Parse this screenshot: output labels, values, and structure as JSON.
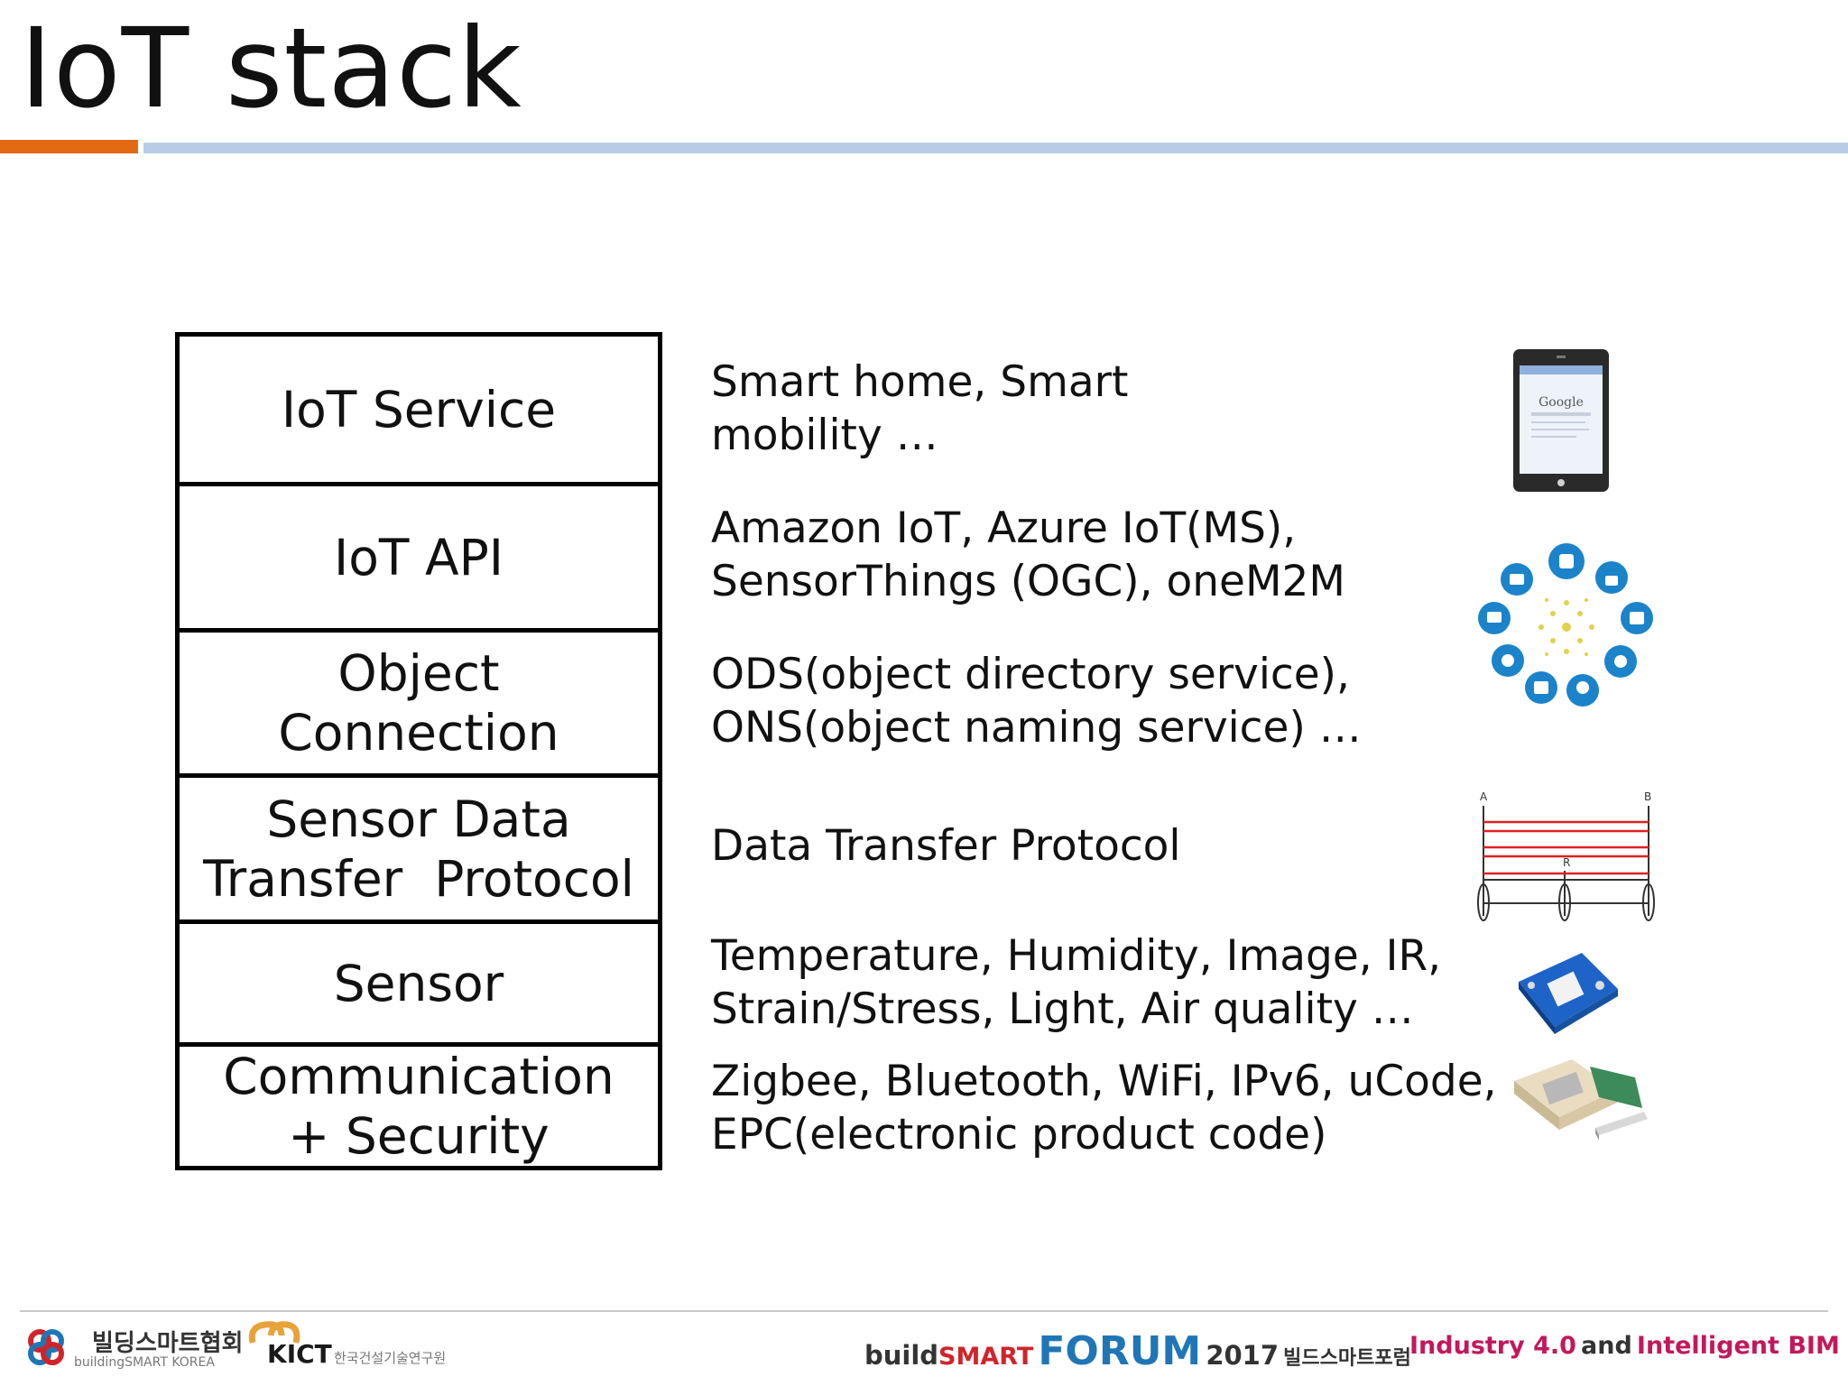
{
  "slide": {
    "title": "IoT stack"
  },
  "stack": {
    "layers": [
      {
        "lines": [
          "IoT Service"
        ]
      },
      {
        "lines": [
          "IoT API"
        ]
      },
      {
        "lines": [
          "Object",
          "Connection"
        ]
      },
      {
        "lines": [
          "Sensor Data",
          "Transfer  Protocol"
        ]
      },
      {
        "lines": [
          "Sensor"
        ]
      },
      {
        "lines": [
          "Communication",
          "+ Security"
        ]
      }
    ]
  },
  "descriptions": [
    {
      "lines": [
        "Smart home, Smart",
        "mobility …"
      ]
    },
    {
      "lines": [
        "Amazon IoT, Azure IoT(MS),",
        "SensorThings (OGC), oneM2M"
      ]
    },
    {
      "lines": [
        "ODS(object directory service),",
        "ONS(object naming service) …"
      ]
    },
    {
      "lines": [
        "Data Transfer Protocol"
      ]
    },
    {
      "lines": [
        "Temperature, Humidity, Image, IR,",
        "Strain/Stress, Light, Air quality …"
      ]
    },
    {
      "lines": [
        "Zigbee, Bluetooth, WiFi, IPv6, uCode,",
        "EPC(electronic product code)"
      ]
    }
  ],
  "icons": [
    "tablet-icon",
    "iot-network-icon",
    "protocol-diagram-icon",
    "sensor-board-icon",
    "communication-module-icon"
  ],
  "tablet_screen_text": "Google",
  "protocol_diagram_labels": [
    "A",
    "B",
    "R"
  ],
  "footer": {
    "org1_korean": "빌딩스마트협회",
    "org1_english": "buildingSMART KOREA",
    "org2_name": "KICT",
    "org2_korean": "한국건설기술연구원",
    "forum_prefix": "build",
    "forum_smart": "SMART",
    "forum_word": "FORUM",
    "forum_year": "2017",
    "forum_korean": "빌드스마트포럼",
    "tagline_a": "Industry 4.0",
    "tagline_b": "and",
    "tagline_c": "Intelligent BIM"
  },
  "colors": {
    "accent_orange": "#e16a12",
    "rule_blue": "#b9cce6",
    "forum_blue": "#1f76b7",
    "forum_red": "#d1242a",
    "tagline_pink": "#c2185b",
    "icon_blue": "#1b83c9"
  }
}
